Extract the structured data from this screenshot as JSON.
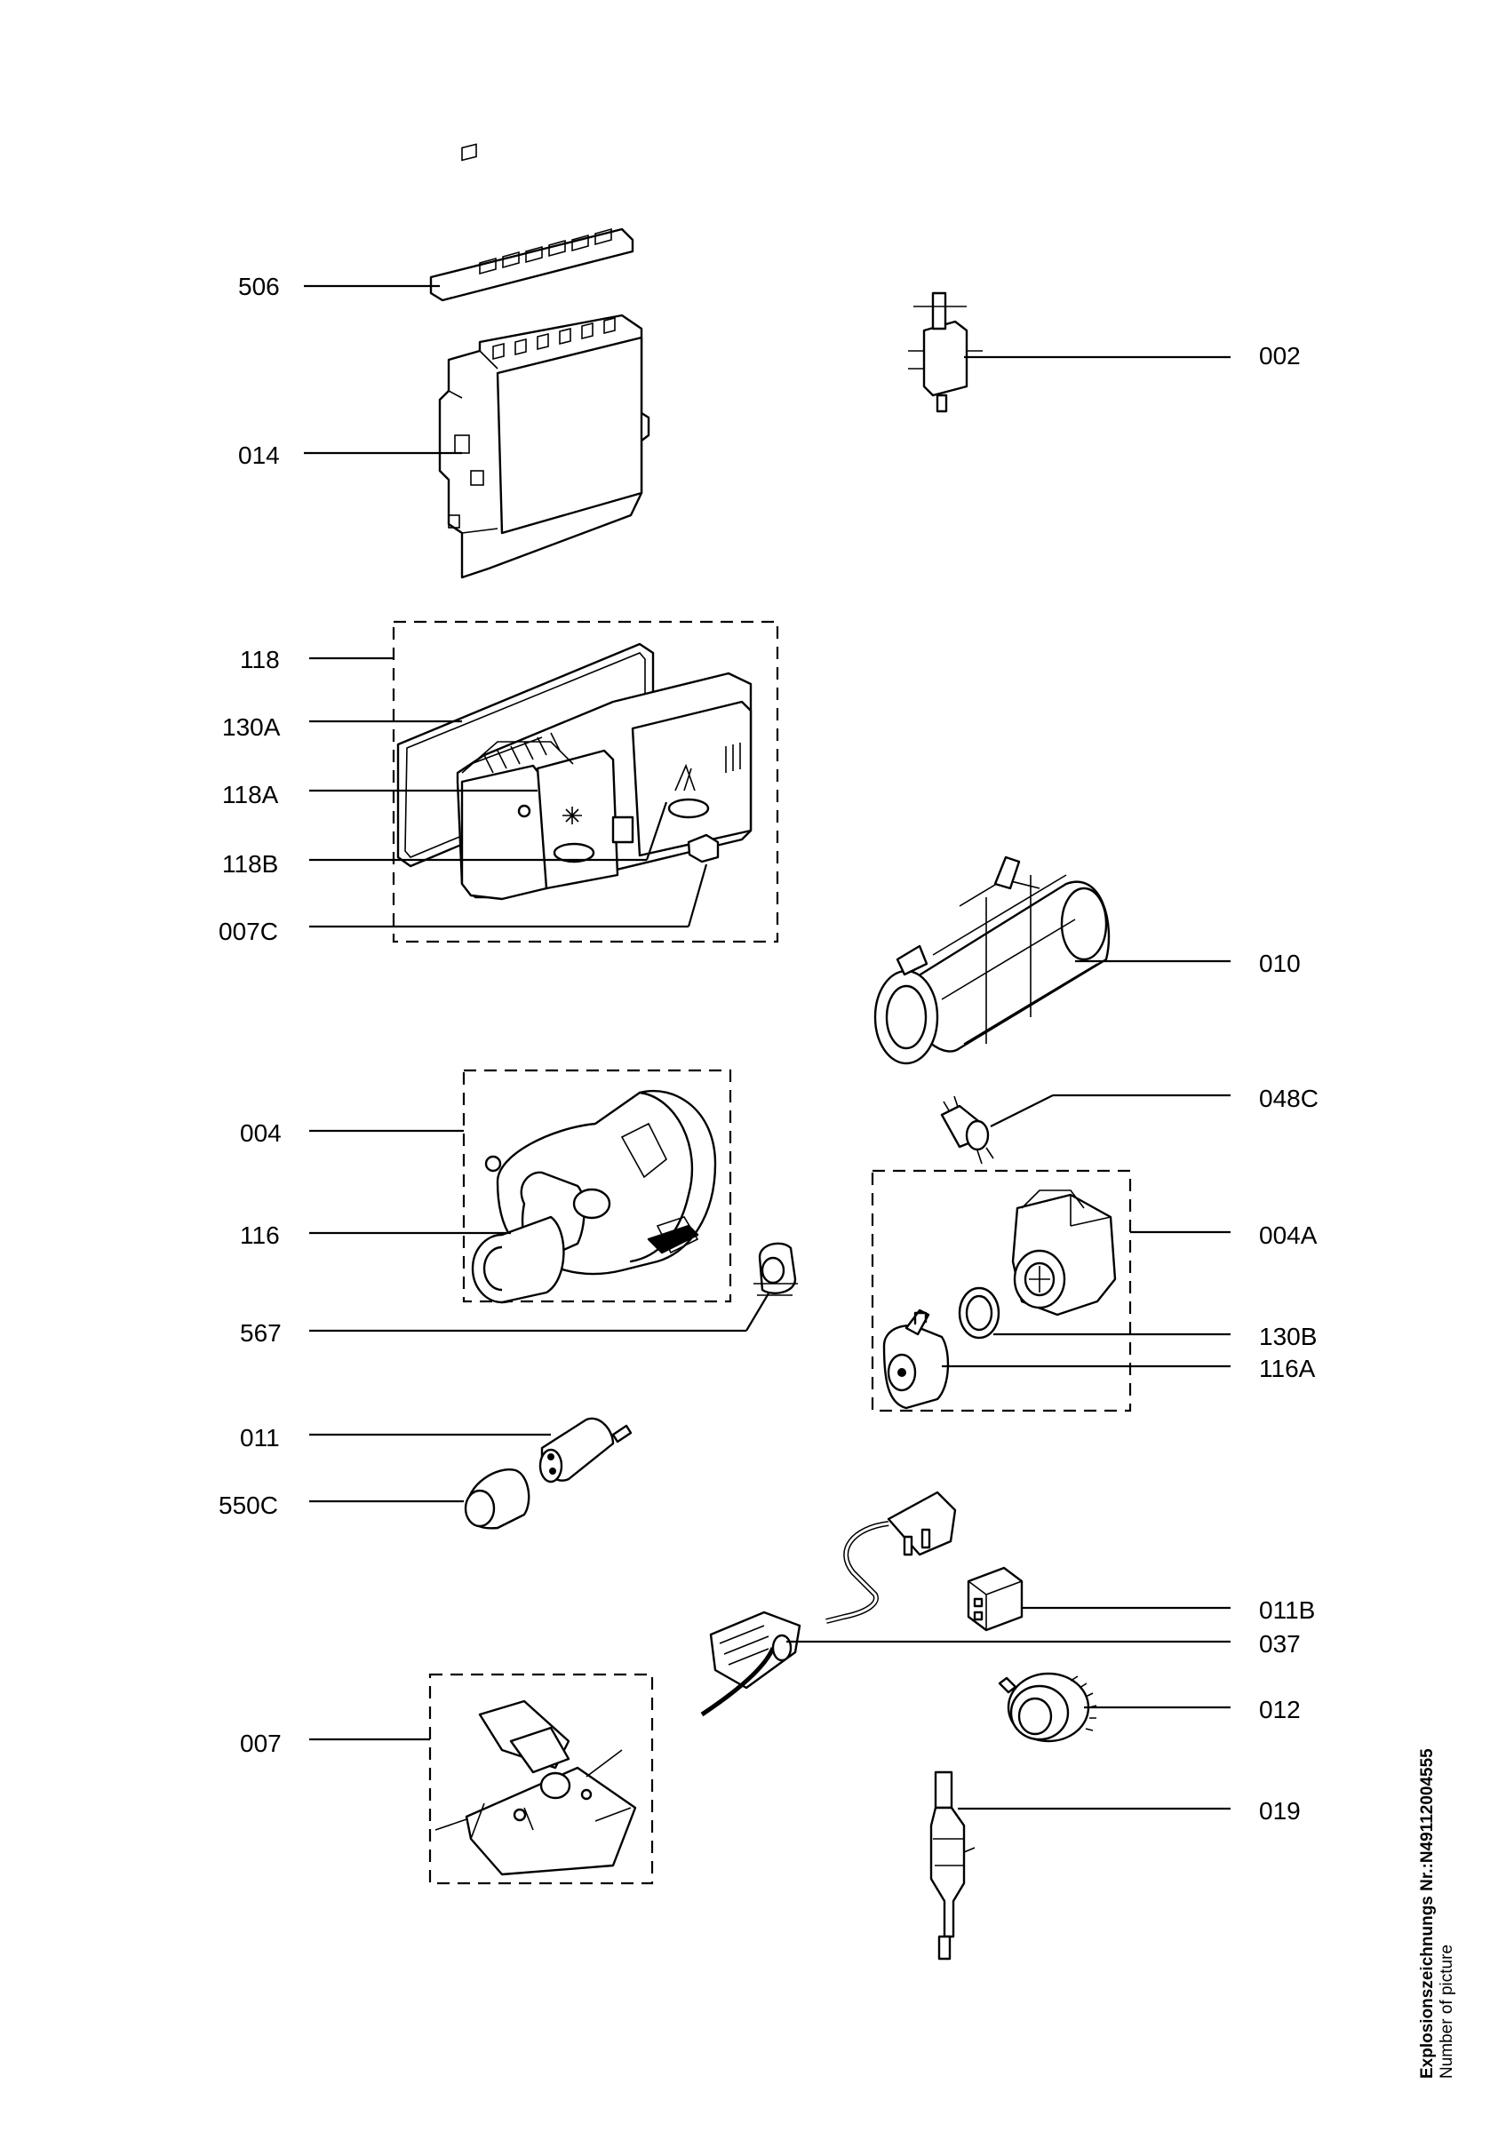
{
  "callouts": {
    "c506": "506",
    "c014": "014",
    "c118": "118",
    "c130A": "130A",
    "c118A": "118A",
    "c118B": "118B",
    "c007C": "007C",
    "c004": "004",
    "c116": "116",
    "c567": "567",
    "c011": "011",
    "c550C": "550C",
    "c007": "007",
    "c002": "002",
    "c010": "010",
    "c048C": "048C",
    "c004A": "004A",
    "c130B": "130B",
    "c116A": "116A",
    "c011B": "011B",
    "c037": "037",
    "c012": "012",
    "c019": "019"
  },
  "side_note": {
    "line1": "Explosionszeichnungs Nr.:N49112004555",
    "line2": "Number of picture"
  }
}
